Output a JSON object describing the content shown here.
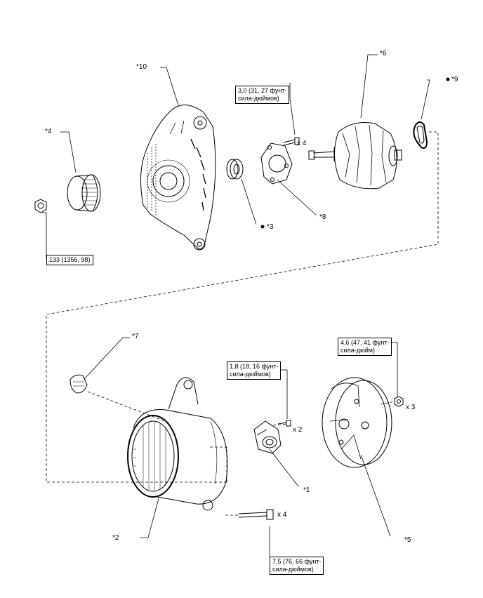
{
  "callouts": {
    "c1": "*1",
    "c2": "*2",
    "c3": "*3",
    "c4": "*4",
    "c5": "*5",
    "c6": "*6",
    "c7": "*7",
    "c8": "*8",
    "c9": "*9",
    "c10": "*10"
  },
  "torque": {
    "t1_line1": "3,0 (31, 27 фунт-",
    "t1_line2": "сила-дюймов)",
    "t2": "133 (1356, 98)",
    "t3_line1": "4,6 (47, 41 фунт-",
    "t3_line2": "сила-дюйм)",
    "t4_line1": "1,8 (18, 16 фунт-",
    "t4_line2": "сила-дюймов)",
    "t5_line1": "7,5 (76, 66 фунт-",
    "t5_line2": "сила-дюймов)"
  },
  "quantities": {
    "q1": "x 4",
    "q2": "x 2",
    "q3": "x 3",
    "q4": "x 4"
  },
  "colors": {
    "line": "#000000",
    "background": "#ffffff"
  }
}
